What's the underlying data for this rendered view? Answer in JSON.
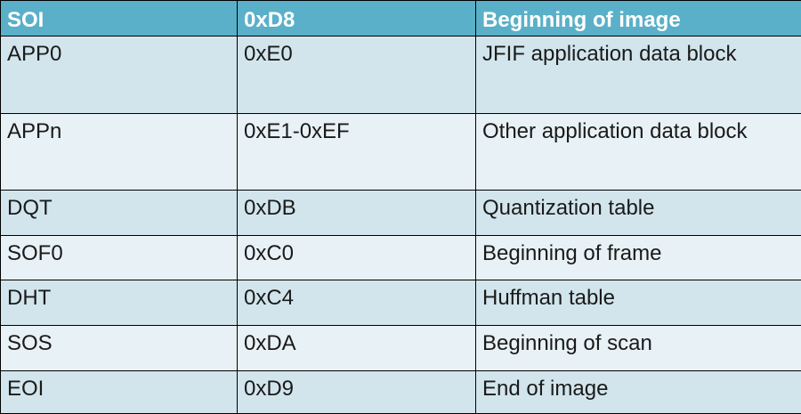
{
  "table": {
    "header": [
      "SOI",
      "0xD8",
      "Beginning of image"
    ],
    "rows": [
      [
        "APP0",
        "0xE0",
        "JFIF application data block"
      ],
      [
        "APPn",
        "0xE1-0xEF",
        "Other application data block"
      ],
      [
        "DQT",
        "0xDB",
        "Quantization table"
      ],
      [
        "SOF0",
        "0xC0",
        "Beginning of frame"
      ],
      [
        "DHT",
        "0xC4",
        "Huffman table"
      ],
      [
        "SOS",
        "0xDA",
        "Beginning of scan"
      ],
      [
        "EOI",
        "0xD9",
        "End of image"
      ]
    ]
  },
  "colors": {
    "header_bg": "#5ab0c8",
    "row_odd_bg": "#d2e5ec",
    "row_even_bg": "#e8f1f5"
  }
}
